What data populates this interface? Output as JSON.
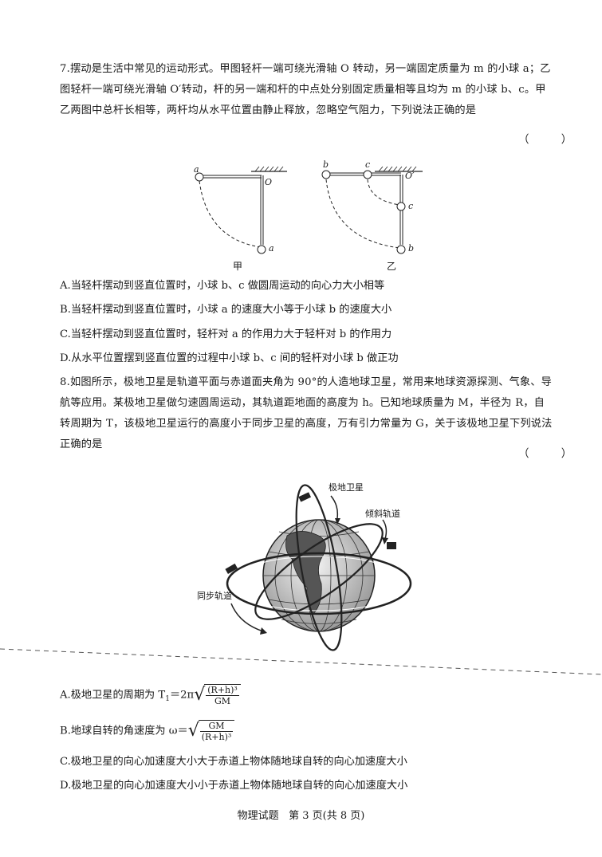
{
  "q7": {
    "stem": "7.摆动是生活中常见的运动形式。甲图轻杆一端可绕光滑轴 O 转动，另一端固定质量为 m 的小球 a；乙图轻杆一端可绕光滑轴 O′转动，杆的另一端和杆的中点处分别固定质量相等且均为 m 的小球 b、c。甲乙两图中总杆长相等，两杆均从水平位置由静止释放，忽略空气阻力，下列说法正确的是",
    "paren": "（ ）",
    "figure": {
      "label_a_top": "a",
      "label_O": "O",
      "label_a_bottom": "a",
      "caption_jia": "甲",
      "label_b_top": "b",
      "label_c_top": "c",
      "label_O_prime": "O′",
      "label_c_mid": "c",
      "label_b_bottom": "b",
      "caption_yi": "乙"
    },
    "options": {
      "A": "A.当轻杆摆动到竖直位置时，小球 b、c 做圆周运动的向心力大小相等",
      "B": "B.当轻杆摆动到竖直位置时，小球 a 的速度大小等于小球 b 的速度大小",
      "C": "C.当轻杆摆动到竖直位置时，轻杆对 a 的作用力大于轻杆对 b 的作用力",
      "D": "D.从水平位置摆到竖直位置的过程中小球 b、c 间的轻杆对小球 b 做正功"
    }
  },
  "q8": {
    "stem": "8.如图所示，极地卫星是轨道平面与赤道面夹角为 90°的人造地球卫星，常用来地球资源探测、气象、导航等应用。某极地卫星做匀速圆周运动，其轨道距地面的高度为 h。已知地球质量为 M，半径为 R，自转周期为 T，该极地卫星运行的高度小于同步卫星的高度，万有引力常量为 G，关于该极地卫星下列说法正确的是",
    "paren": "（ ）",
    "figure": {
      "label_polar": "极地卫星",
      "label_inclined": "倾斜轨道",
      "label_sync": "同步轨道"
    },
    "options": {
      "A_prefix": "A.极地卫星的周期为 T",
      "A_sub": "1",
      "A_eq": "＝2π",
      "A_num": "(R+h)³",
      "A_den": "GM",
      "B_prefix": "B.地球自转的角速度为 ω＝",
      "B_num": "GM",
      "B_den": "(R+h)³",
      "C": "C.极地卫星的向心加速度大小大于赤道上物体随地球自转的向心加速度大小",
      "D": "D.极地卫星的向心加速度大小小于赤道上物体随地球自转的向心加速度大小"
    }
  },
  "footer": {
    "subject": "物理试题",
    "page": "第 3 页(共 8 页)"
  }
}
